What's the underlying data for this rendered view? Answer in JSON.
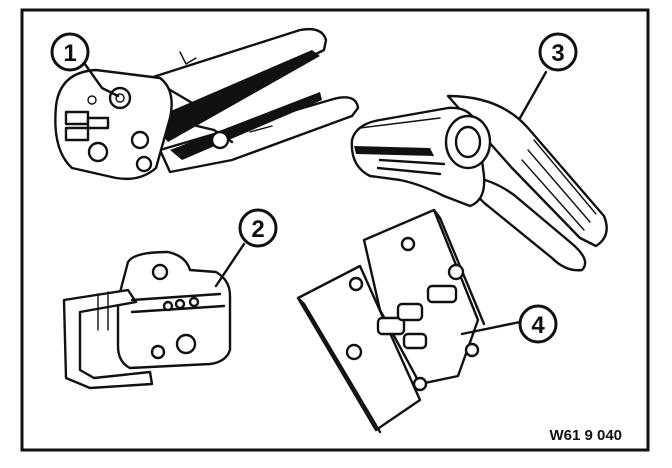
{
  "figure": {
    "callouts": [
      {
        "id": "1",
        "label": "1"
      },
      {
        "id": "2",
        "label": "2"
      },
      {
        "id": "3",
        "label": "3"
      },
      {
        "id": "4",
        "label": "4"
      }
    ],
    "reference_code": "W61 9 040"
  }
}
